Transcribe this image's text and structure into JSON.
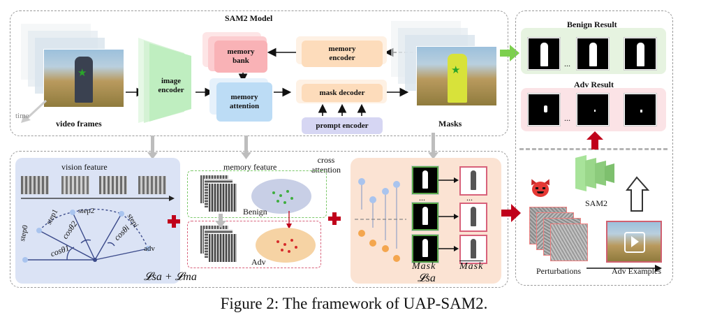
{
  "figure": {
    "caption": "Figure 2: The framework of UAP-SAM2."
  },
  "top": {
    "title": "SAM2 Model",
    "time_label": "time",
    "video_frames_label": "video frames",
    "image_encoder": "image\nencoder",
    "memory_bank": "memory\nbank",
    "memory_attention": "memory\nattention",
    "memory_encoder": "memory\nencoder",
    "mask_decoder": "mask decoder",
    "prompt_encoder": "prompt encoder",
    "masks_label": "Masks"
  },
  "results": {
    "benign_title": "Benign Result",
    "adv_title": "Adv Result",
    "ellipsis": "...",
    "sam2_label": "SAM2",
    "perturbations_label": "Perturbations",
    "adv_examples_label": "Adv Examples"
  },
  "left_panel": {
    "vision_feature": "vision feature",
    "steps": [
      "step0",
      "step1",
      "step2",
      "stepi"
    ],
    "cos_labels": [
      "cosθ1",
      "cosθ2",
      "cosθi"
    ],
    "adv_label": "adv",
    "loss": "𝓛sa + 𝓛ma"
  },
  "middle_panel": {
    "memory_feature": "memory feature",
    "cross_attention": "cross\nattention",
    "benign_label": "Benign",
    "adv_label": "Adv"
  },
  "right_panel": {
    "ellipsis": "...",
    "mask_label": "Mask",
    "mask_bar_label": "Mask",
    "loss": "𝓛sa"
  },
  "colors": {
    "encoder_green": "#bfeec0",
    "memory_pink": "#f9b2b6",
    "memory_blue": "#bcdcf5",
    "decoder_orange": "#fddcbb",
    "prompt_lavender": "#d6d6f3",
    "panel_blue": "#dbe3f5",
    "panel_peach": "#fbe3d3",
    "benign_bg": "#e6f3e0",
    "adv_bg": "#fbe3e6",
    "arrow_red": "#c0001a",
    "arrow_green": "#7ccf4e"
  }
}
